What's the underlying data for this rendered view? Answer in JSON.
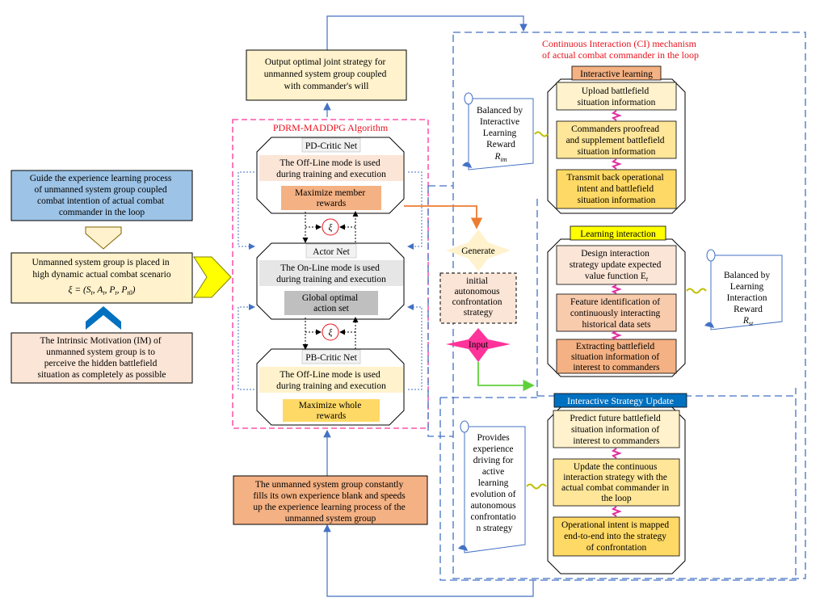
{
  "output_box": [
    "Output optimal joint strategy for",
    "unmanned system group coupled",
    "with commander's will"
  ],
  "ci_title": [
    "Continuous Interaction (CI) mechanism",
    "of actual combat commander in the loop"
  ],
  "algorithm_title": "PDRM-MADDPG Algorithm",
  "pd_critic": {
    "title": "PD-Critic Net",
    "mode": [
      "The Off-Line mode is used",
      "during training and execution"
    ],
    "goal": [
      "Maximize member",
      "rewards"
    ]
  },
  "actor": {
    "title": "Actor Net",
    "mode": [
      "The On-Line mode is used",
      "during training and execution"
    ],
    "goal": [
      "Global optimal",
      "action set"
    ]
  },
  "pb_critic": {
    "title": "PB-Critic Net",
    "mode": [
      "The Off-Line mode is used",
      "during training and execution"
    ],
    "goal": [
      "Maximize whole",
      "rewards"
    ]
  },
  "xi": "ξ",
  "left_top": [
    "Guide the experience learning process",
    "of unmanned system group coupled",
    "combat intention of actual combat",
    "commander in the loop"
  ],
  "left_mid": [
    "Unmanned system group is placed in",
    "high dynamic actual combat scenario"
  ],
  "left_formula": "ξ = (S",
  "left_bottom": [
    "The Intrinsic Motivation (IM) of",
    "unmanned system group is to",
    "perceive the hidden battlefield",
    "situation as completely as possible"
  ],
  "generate": "Generate",
  "initial_strategy": [
    "initial",
    "autonomous",
    "confrontation",
    "strategy"
  ],
  "input": "Input",
  "bottom_box": [
    "The unmanned system group constantly",
    "fills its own experience blank and speeds",
    "up the experience learning process of the",
    "unmanned system group"
  ],
  "interactive_learning": {
    "title": "Interactive learning",
    "items": [
      [
        "Upload battlefield",
        "situation information"
      ],
      [
        "Commanders proofread",
        "and supplement battlefield",
        "situation information"
      ],
      [
        "Transmit back operational",
        "intent and battlefield",
        "situation information"
      ]
    ],
    "scroll": [
      "Balanced by",
      "Interactive",
      "Learning",
      "Reward"
    ],
    "reward_symbol": "R",
    "reward_sub": "im"
  },
  "learning_interaction": {
    "title": "Learning interaction",
    "items": [
      [
        "Design interaction",
        "strategy update expected",
        "value function E"
      ],
      [
        "Feature identification of",
        "continuously interacting",
        "historical data sets"
      ],
      [
        "Extracting battlefield",
        "situation information of",
        "interest to commanders"
      ]
    ],
    "item0_sub": "t",
    "scroll": [
      "Balanced by",
      "Learning",
      "Interaction",
      "Reward"
    ],
    "reward_symbol": "R",
    "reward_sub": "st"
  },
  "strategy_update": {
    "title": "Interactive Strategy Update",
    "items": [
      [
        "Predict future battlefield",
        "situation information of",
        "interest to commanders"
      ],
      [
        "Update the continuous",
        "interaction strategy with the",
        "actual combat commander in",
        "the loop"
      ],
      [
        "Operational intent is mapped",
        "end-to-end into the strategy",
        "of confrontation"
      ]
    ],
    "scroll": [
      "Provides",
      "experience",
      "driving for",
      "active",
      "learning",
      "evolution of",
      "autonomous",
      "confrontatio",
      "n strategy"
    ]
  }
}
